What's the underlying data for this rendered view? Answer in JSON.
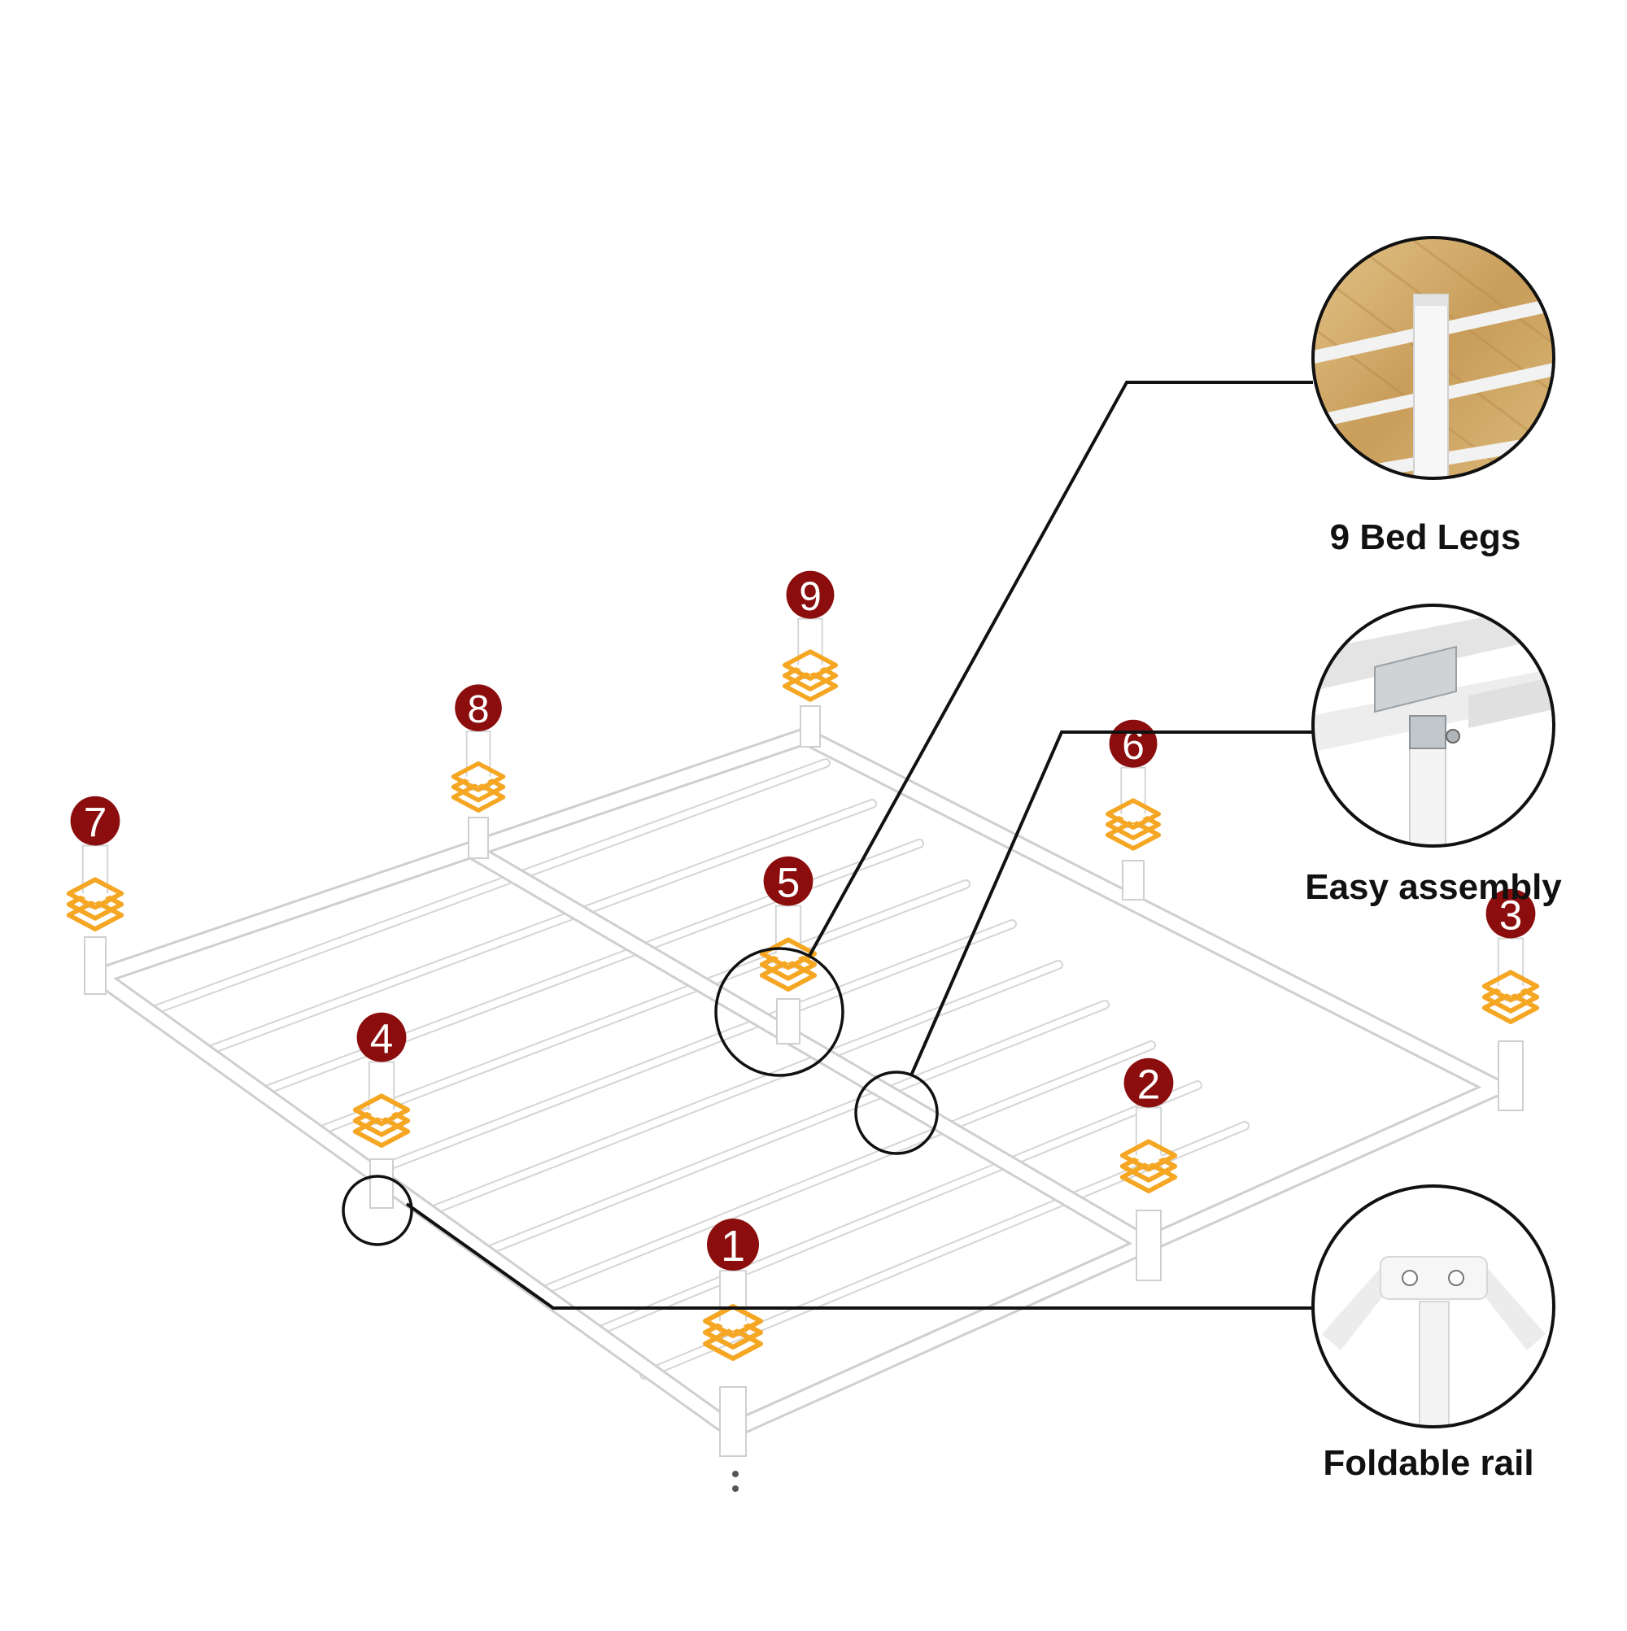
{
  "labels": {
    "bed_legs": "9 Bed Legs",
    "easy_assembly": "Easy assembly",
    "foldable_rail": "Foldable rail"
  },
  "leg_numbers": [
    "1",
    "2",
    "3",
    "4",
    "5",
    "6",
    "7",
    "8",
    "9"
  ],
  "colors": {
    "badge": "#8b0d0d",
    "pad": "#f5a623",
    "frame": "#ffffff",
    "frame_edge": "#d9d9d9",
    "callout_line": "#111111",
    "wood": "#d8b573"
  },
  "icons": {
    "leg_pad": "stacked-pad-icon",
    "badge": "number-badge-icon"
  }
}
